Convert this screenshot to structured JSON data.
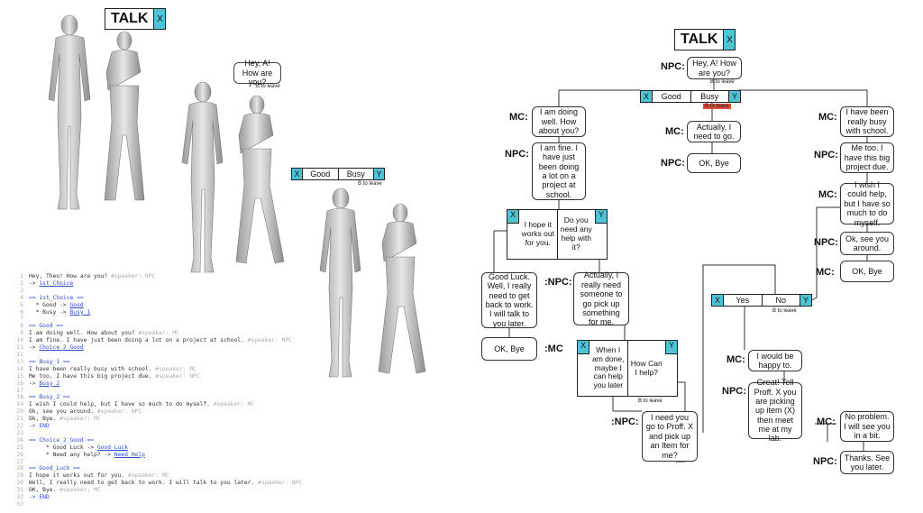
{
  "left": {
    "talk_button": {
      "label": "TALK",
      "close": "X"
    },
    "npc_bubble": {
      "text": "Hey, A! How are you?",
      "hint": "B to leave"
    },
    "choice_bar": {
      "left_key": "X",
      "left_label": "Good",
      "right_label": "Busy",
      "right_key": "Y",
      "hint": "B to leave"
    },
    "code_lines": [
      {
        "n": "1",
        "parts": [
          {
            "t": "Hey, Theo! How are you? ",
            "k": "c"
          },
          {
            "t": "#speaker: NPC",
            "k": "cm"
          }
        ]
      },
      {
        "n": "2",
        "parts": [
          {
            "t": "-> ",
            "k": "c"
          },
          {
            "t": "1st_Choice",
            "k": "lk"
          }
        ]
      },
      {
        "n": "3",
        "parts": []
      },
      {
        "n": "4",
        "parts": [
          {
            "t": "== 1st_Choice ==",
            "k": "hd"
          }
        ]
      },
      {
        "n": "5",
        "parts": [
          {
            "t": "  * Good -> ",
            "k": "c"
          },
          {
            "t": "Good",
            "k": "lk"
          }
        ]
      },
      {
        "n": "6",
        "parts": [
          {
            "t": "  * Busy -> ",
            "k": "c"
          },
          {
            "t": "Busy_1",
            "k": "lk"
          }
        ]
      },
      {
        "n": "7",
        "parts": []
      },
      {
        "n": "8",
        "parts": [
          {
            "t": "== Good ==",
            "k": "hd"
          }
        ]
      },
      {
        "n": "9",
        "parts": [
          {
            "t": "I am doing well. How about you? ",
            "k": "c"
          },
          {
            "t": "#speaker: MC",
            "k": "cm"
          }
        ]
      },
      {
        "n": "10",
        "parts": [
          {
            "t": "I am fine. I have just been doing a lot on a project at school. ",
            "k": "c"
          },
          {
            "t": "#speaker: NPC",
            "k": "cm"
          }
        ]
      },
      {
        "n": "11",
        "parts": [
          {
            "t": "-> ",
            "k": "c"
          },
          {
            "t": "Choice_2_Good",
            "k": "lk"
          }
        ]
      },
      {
        "n": "12",
        "parts": []
      },
      {
        "n": "13",
        "parts": [
          {
            "t": "== Busy_1 ==",
            "k": "hd"
          }
        ]
      },
      {
        "n": "14",
        "parts": [
          {
            "t": "I have been really busy with school. ",
            "k": "c"
          },
          {
            "t": "#speaker: MC",
            "k": "cm"
          }
        ]
      },
      {
        "n": "15",
        "parts": [
          {
            "t": "Me too. I have this big project due. ",
            "k": "c"
          },
          {
            "t": "#speaker: NPC",
            "k": "cm"
          }
        ]
      },
      {
        "n": "16",
        "parts": [
          {
            "t": "-> ",
            "k": "c"
          },
          {
            "t": "Busy_2",
            "k": "lk"
          }
        ]
      },
      {
        "n": "17",
        "parts": []
      },
      {
        "n": "18",
        "parts": [
          {
            "t": "== Busy_2 ==",
            "k": "hd"
          }
        ]
      },
      {
        "n": "19",
        "parts": [
          {
            "t": "I wish I could help, but I have so much to do myself. ",
            "k": "c"
          },
          {
            "t": "#speaker: MC",
            "k": "cm"
          }
        ]
      },
      {
        "n": "20",
        "parts": [
          {
            "t": "Ok, see you around. ",
            "k": "c"
          },
          {
            "t": "#speaker: NPC",
            "k": "cm"
          }
        ]
      },
      {
        "n": "21",
        "parts": [
          {
            "t": "Ok, Bye. ",
            "k": "c"
          },
          {
            "t": "#speaker: MC",
            "k": "cm"
          }
        ]
      },
      {
        "n": "22",
        "parts": [
          {
            "t": "-> END",
            "k": "hd"
          }
        ]
      },
      {
        "n": "23",
        "parts": []
      },
      {
        "n": "24",
        "parts": [
          {
            "t": "== Choice_2_Good ==",
            "k": "hd"
          }
        ]
      },
      {
        "n": "25",
        "parts": [
          {
            "t": "     * Good Luck -> ",
            "k": "c"
          },
          {
            "t": "Good_Luck",
            "k": "lk"
          }
        ]
      },
      {
        "n": "26",
        "parts": [
          {
            "t": "     * Need any help? -> ",
            "k": "c"
          },
          {
            "t": "Need_Help",
            "k": "lk"
          }
        ]
      },
      {
        "n": "27",
        "parts": []
      },
      {
        "n": "28",
        "parts": [
          {
            "t": "== Good_Luck ==",
            "k": "hd"
          }
        ]
      },
      {
        "n": "29",
        "parts": [
          {
            "t": "I hope it works out for you. ",
            "k": "c"
          },
          {
            "t": "#speaker: MC",
            "k": "cm"
          }
        ]
      },
      {
        "n": "30",
        "parts": [
          {
            "t": "Well, I really need to get back to work. I will talk to you later. ",
            "k": "c"
          },
          {
            "t": "#speaker: NPC",
            "k": "cm"
          }
        ]
      },
      {
        "n": "31",
        "parts": [
          {
            "t": "OK, Bye. ",
            "k": "c"
          },
          {
            "t": "#speaker: MC",
            "k": "cm"
          }
        ]
      },
      {
        "n": "32",
        "parts": [
          {
            "t": "-> END",
            "k": "hd"
          }
        ]
      },
      {
        "n": "33",
        "parts": []
      }
    ]
  },
  "tree": {
    "talk": {
      "label": "TALK",
      "close": "X"
    },
    "root": {
      "speaker": "NPC:",
      "text": "Hey, A! How are you?",
      "hint": "B to leave"
    },
    "choice1": {
      "left_key": "X",
      "left": "Good",
      "right": "Busy",
      "right_key": "Y",
      "hint": "B to leave"
    },
    "good_mc": {
      "speaker": "MC:",
      "text": "I am doing well. How about you?"
    },
    "good_npc": {
      "speaker": "NPC:",
      "text": "I am fine. I have just been doing a lot on a project at school."
    },
    "leave_mc": {
      "speaker": "MC:",
      "text": "Actually, I need to go."
    },
    "leave_npc": {
      "speaker": "NPC:",
      "text": "OK, Bye"
    },
    "busy_mc": {
      "speaker": "MC:",
      "text": "I have been really busy with school."
    },
    "busy_npc": {
      "speaker": "NPC:",
      "text": "Me too. I have this big project due."
    },
    "busy_mc2": {
      "speaker": "MC:",
      "text": "I wish I could help, but I have so much to do myself."
    },
    "busy_npc2": {
      "speaker": "NPC:",
      "text": "Ok, see you around."
    },
    "busy_mc3": {
      "speaker": "MC:",
      "text": "OK, Bye"
    },
    "choice2": {
      "left_key": "X",
      "left": "I hope it works out for you.",
      "right": "Do you need any help with it?",
      "right_key": "Y"
    },
    "luck_npc": {
      "speaker": ":NPC:",
      "text": "Good Luck. Well, I really need to get back to work. I will talk to you later."
    },
    "luck_mc": {
      "speaker": ":MC",
      "text": "OK, Bye"
    },
    "help_npc": {
      "text": "Actually, I really need someone to go pick up something for me."
    },
    "choice3": {
      "left_key": "X",
      "left": "When I am done, maybe I can help you later",
      "right": "How Can I help?",
      "right_key": "Y",
      "hint": "B to leave"
    },
    "later_npc": {
      "speaker": ":NPC:",
      "text": "I need you go to Proff. X and pick up an Item for me?"
    },
    "choice4": {
      "left_key": "X",
      "left": "Yes",
      "right": "No",
      "right_key": "Y",
      "hint": "B to leave"
    },
    "yes_mc": {
      "speaker": "MC:",
      "text": "I would be happy to."
    },
    "yes_npc": {
      "speaker": "NPC:",
      "text": "Great! Tell Proff. X you are picking up item (X) then meet me at my lab."
    },
    "end_mc": {
      "speaker": "MC:",
      "text": "No problem. I will see you in a bit."
    },
    "end_npc": {
      "speaker": "NPC:",
      "text": "Thanks. See you later."
    }
  }
}
